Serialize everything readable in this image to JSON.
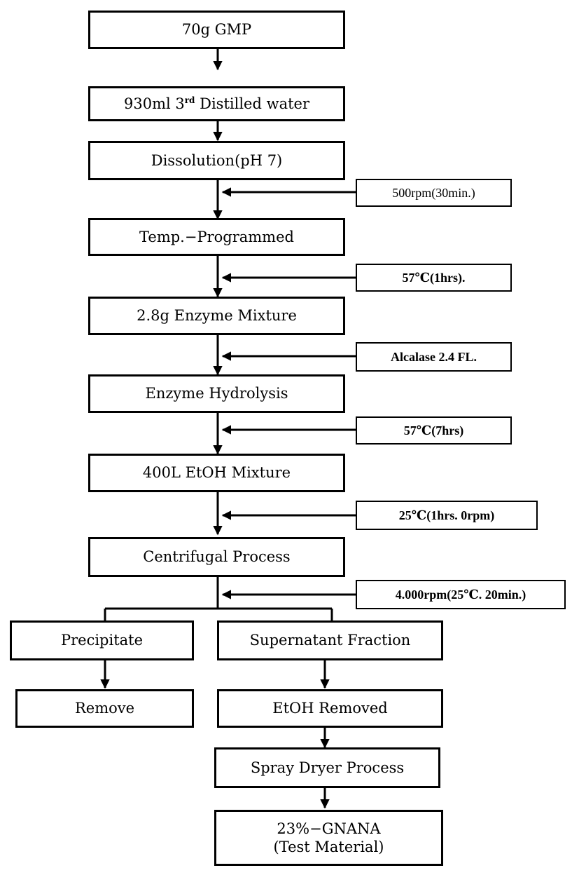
{
  "steps": {
    "gmp": "70g GMP",
    "water_prefix": "930ml 3",
    "water_sup": "rd",
    "water_suffix": " Distilled water",
    "dissolution": "Dissolution(pH 7)",
    "temp_programmed": "Temp.−Programmed",
    "enzyme_mixture": "2.8g Enzyme Mixture",
    "enzyme_hydrolysis": "Enzyme Hydrolysis",
    "etoh_mixture": "400L EtOH Mixture",
    "centrifugal": "Centrifugal Process",
    "precipitate": "Precipitate",
    "supernatant": "Supernatant Fraction",
    "remove": "Remove",
    "etoh_removed": "EtOH Removed",
    "spray_dryer": "Spray Dryer Process",
    "final_line1": "23%−GNANA",
    "final_line2": "(Test Material)"
  },
  "conditions": {
    "stirring": "500rpm(30min.)",
    "heating": "57℃(1hrs).",
    "enzyme": "Alcalase 2.4 FL.",
    "hydrolysis": "57℃(7hrs)",
    "mixing": "25℃(1hrs. 0rpm)",
    "centrifuge": "4.000rpm(25℃. 20min.)"
  }
}
